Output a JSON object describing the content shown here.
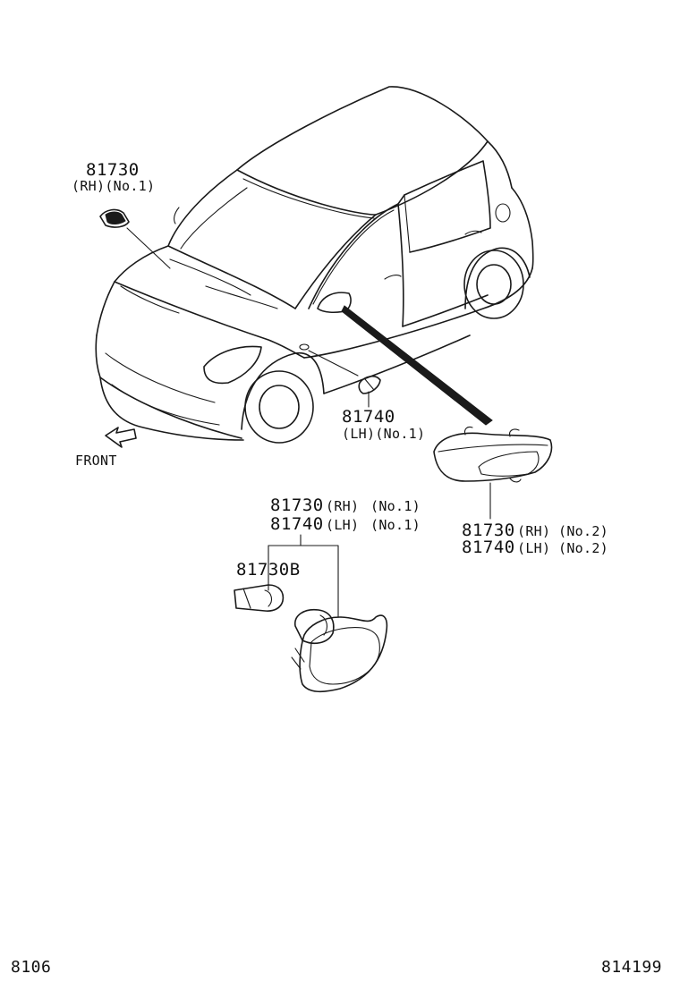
{
  "callouts": {
    "front_label": "FRONT",
    "part_81730_no1": {
      "number": "81730",
      "qualifier": "(RH)(No.1)"
    },
    "part_81740_no1": {
      "number": "81740",
      "qualifier": "(LH)(No.1)"
    },
    "part_no2_rh": {
      "number": "81730",
      "side": "(RH)",
      "qualifier": "(No.2)"
    },
    "part_no2_lh": {
      "number": "81740",
      "side": "(LH)",
      "qualifier": "(No.2)"
    },
    "assembly_rh": {
      "number": "81730",
      "side": "(RH)",
      "qualifier": "(No.1)"
    },
    "assembly_lh": {
      "number": "81740",
      "side": "(LH)",
      "qualifier": "(No.1)"
    },
    "bulb": "81730B"
  },
  "footer": {
    "left_code": "8106",
    "right_code": "814199"
  },
  "icons": [
    "front-arrow-icon",
    "car-illustration",
    "side-marker-lamp",
    "mirror-turn-lamp",
    "bulb",
    "lamp-assembly"
  ],
  "colors": {
    "line": "#1a1a1a",
    "background": "#ffffff"
  }
}
